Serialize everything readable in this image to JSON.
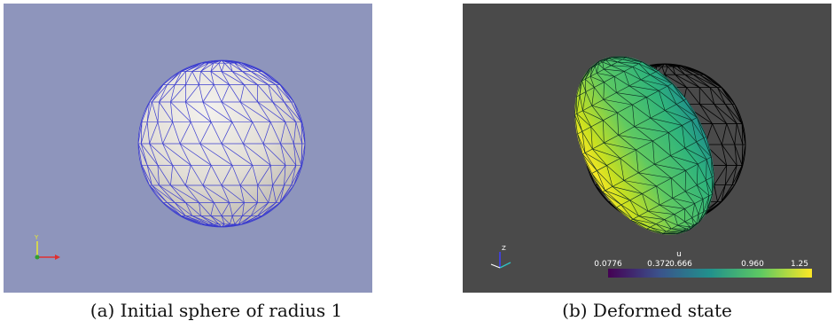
{
  "panel_a": {
    "background_color": "#8e95bc",
    "sphere_fill": "#e6e2db",
    "edge_color": "#3a3ccf",
    "caption": "(a) Initial sphere of radius 1"
  },
  "panel_b": {
    "background_color": "#4a4a4a",
    "wire_color": "#000000",
    "caption": "(b) Deformed state",
    "colorbar": {
      "title": "u",
      "ticks": [
        "0.0776",
        "0.372",
        "0.666",
        "0.960",
        "1.25"
      ],
      "colors": [
        "#440154",
        "#3b528b",
        "#21918c",
        "#5ec962",
        "#fde725"
      ]
    }
  }
}
